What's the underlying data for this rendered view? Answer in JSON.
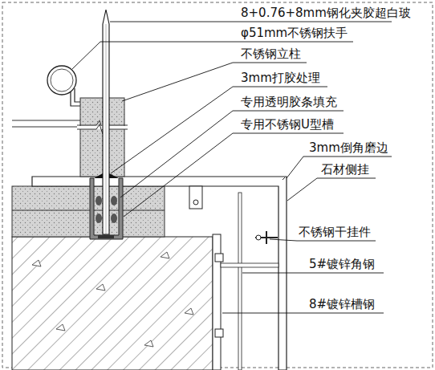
{
  "diagram": {
    "labels": [
      "8+0.76+8mm钢化夹胶超白玻",
      "φ51mm不锈钢扶手",
      "不锈钢立柱",
      "3mm打胶处理",
      "专用透明胶条填充",
      "专用不锈钢U型槽",
      "3mm倒角磨边",
      "石材侧挂",
      "不锈钢干挂件",
      "5#镀锌角钢",
      "8#镀锌槽钢"
    ]
  }
}
